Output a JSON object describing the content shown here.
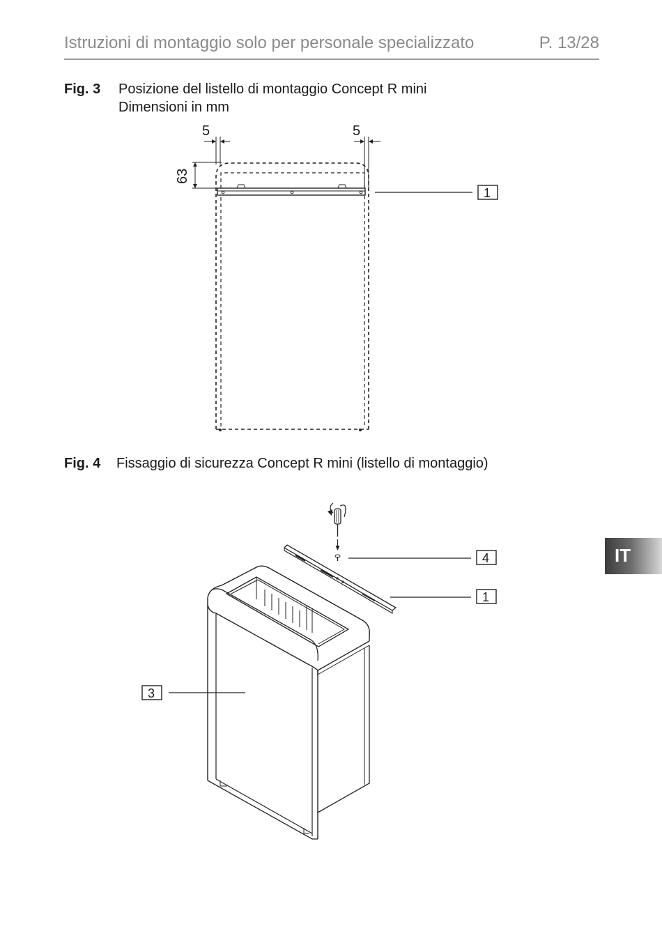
{
  "header": {
    "title": "Istruzioni di montaggio solo per personale specializzato",
    "page": "P. 13/28"
  },
  "fig3": {
    "label": "Fig. 3",
    "title": "Posizione del listello di montaggio Concept R mini",
    "subtitle": "Dimensioni in mm",
    "dim_left": "5",
    "dim_right": "5",
    "dim_height": "63",
    "callout_1": "1"
  },
  "fig4": {
    "label": "Fig. 4",
    "title": "Fissaggio di sicurezza Concept R mini (listello di montaggio)",
    "callout_4": "4",
    "callout_1": "1",
    "callout_3": "3"
  },
  "side_tab": {
    "language": "IT"
  }
}
